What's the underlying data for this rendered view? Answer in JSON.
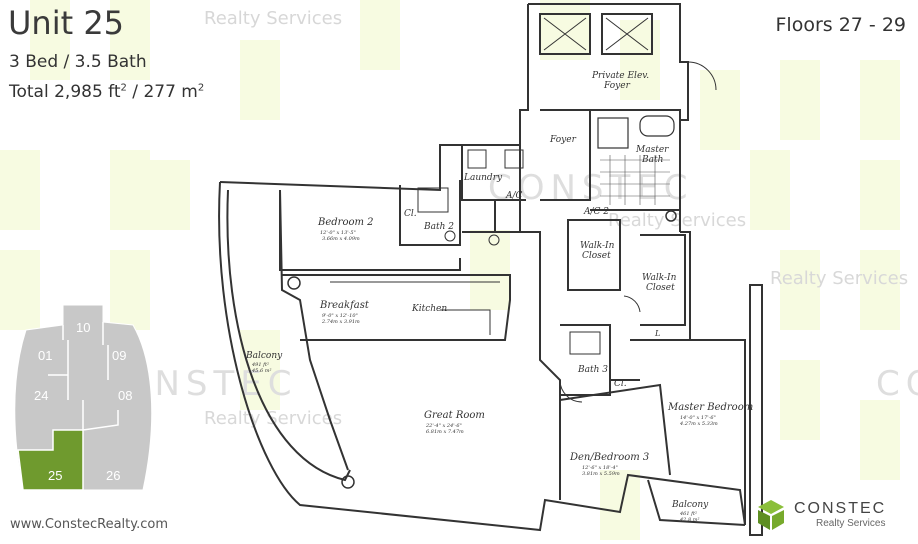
{
  "header": {
    "unit_title": "Unit 25",
    "bed_bath": "3 Bed / 3.5 Bath",
    "total_prefix": "Total 2,985 ft",
    "total_sep": " / 277 m",
    "sup2": "2",
    "floors": "Floors 27 - 29"
  },
  "watermark": {
    "realty": "Realty Services",
    "constec": "CONSTEC",
    "realty_services": "Realty Services"
  },
  "keyplan": {
    "units": [
      "10",
      "01",
      "09",
      "24",
      "08",
      "25",
      "26"
    ],
    "highlight_unit": "25",
    "highlight_color": "#6f9a2e"
  },
  "rooms": {
    "private_elev": "Private Elev.",
    "foyer_small": "Foyer",
    "foyer": "Foyer",
    "master_bath": "Master",
    "master_bath2": "Bath",
    "laundry": "Laundry",
    "ac1": "A/C",
    "ac2": "A/C 2",
    "cl1": "Cl.",
    "cl2": "Cl.",
    "bedroom2": "Bedroom 2",
    "bedroom2_dim": "12'-0\" x 13'-5\"",
    "bedroom2_m": "3.66m x 4.09m",
    "bath2": "Bath 2",
    "walkin1": "Walk-In",
    "walkin1b": "Closet",
    "walkin2": "Walk-In",
    "walkin2b": "Closet",
    "breakfast": "Breakfast",
    "breakfast_dim": "9'-0\" x 12'-10\"",
    "breakfast_m": "2.74m x 3.91m",
    "kitchen": "Kitchen",
    "balcony1": "Balcony",
    "balcony1_dim": "491 ft²",
    "balcony1_m": "45.6 m²",
    "great_room": "Great Room",
    "great_room_dim": "22'-4\" x 24'-6\"",
    "great_room_m": "6.81m x 7.47m",
    "bath3": "Bath 3",
    "master_bedroom": "Master Bedroom",
    "master_bedroom_dim": "14'-0\" x 17'-6\"",
    "master_bedroom_m": "4.27m x 5.33m",
    "den": "Den/Bedroom 3",
    "den_dim": "12'-6\" x 18'-4\"",
    "den_m": "3.81m x 5.59m",
    "balcony2": "Balcony",
    "balcony2_dim": "461 ft²",
    "balcony2_m": "42.8 m²",
    "l_mark": "L"
  },
  "footer": {
    "website": "www.ConstecRealty.com",
    "logo_brand": "CONSTEC",
    "logo_sub": "Realty Services"
  },
  "colors": {
    "watermark_green": "#e9f3b1",
    "accent_green": "#6f9a2e",
    "keyplan_gray": "#c8c8c8"
  }
}
